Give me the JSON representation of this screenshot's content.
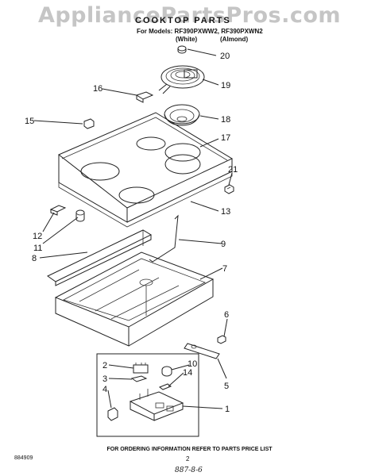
{
  "header": {
    "watermark": "AppliancePartsPros.com",
    "title": "COOKTOP PARTS",
    "models_line": "For Models: RF390PXWW2, RF390PXWN2",
    "variant_white": "(White)",
    "variant_almond": "(Almond)"
  },
  "callouts": {
    "c1": "1",
    "c2": "2",
    "c3": "3",
    "c4": "4",
    "c5": "5",
    "c6": "6",
    "c7": "7",
    "c8": "8",
    "c9": "9",
    "c10": "10",
    "c11": "11",
    "c12": "12",
    "c13": "13",
    "c14": "14",
    "c15": "15",
    "c16": "16",
    "c17": "17",
    "c18": "18",
    "c19": "19",
    "c20": "20",
    "c21": "21"
  },
  "footer": {
    "ordering_note": "FOR ORDERING INFORMATION REFER TO PARTS PRICE LIST",
    "doc_number": "884909",
    "page_number": "2",
    "handwritten": "887-8-6"
  }
}
